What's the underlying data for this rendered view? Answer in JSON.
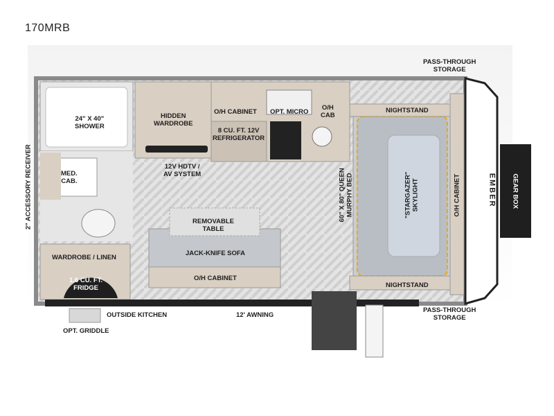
{
  "model": "170MRB",
  "labels": {
    "shower": "24\" X 40\"\nSHOWER",
    "hidden_wardrobe": "HIDDEN\nWARDROBE",
    "oh_cabinet_top": "O/H CABINET",
    "opt_micro": "OPT. MICRO",
    "oh_cab": "O/H\nCAB",
    "refrigerator": "8 CU. FT. 12V\nREFRIGERATOR",
    "nightstand_top": "NIGHTSTAND",
    "nightstand_bottom": "NIGHTSTAND",
    "hdtv": "12V HDTV /\nAV SYSTEM",
    "med_cab": "MED.\nCAB.",
    "removable_table": "REMOVABLE\nTABLE",
    "jackknife_sofa": "JACK-KNIFE SOFA",
    "oh_cabinet_bottom": "O/H CABINET",
    "wardrobe_linen": "WARDROBE / LINEN",
    "fridge_small": "1.6 CU. FT.\nFRIDGE",
    "murphy_bed": "60\" X 80\" QUEEN\nMURPHY BED",
    "skylight": "\"STARGAZER\"\nSKYLIGHT",
    "oh_cabinet_right": "O/H CABINET",
    "gear_box": "GEAR BOX",
    "brand": "EMBER",
    "accessory_receiver": "2\" ACCESSORY RECEIVER",
    "pass_through_top": "PASS-THROUGH\nSTORAGE",
    "pass_through_bottom": "PASS-THROUGH\nSTORAGE",
    "outside_kitchen": "OUTSIDE KITCHEN",
    "awning": "12' AWNING",
    "opt_griddle": "OPT. GRIDDLE"
  },
  "colors": {
    "wall": "#8a8a8a",
    "cabinet": "#d9cfc3",
    "floor": "#dcdcdc",
    "sofa": "#c4c8cc",
    "bed": "#b9bec4",
    "skylight": "#cfd6e0",
    "bed_outline": "#f0a800",
    "dark": "#222222"
  }
}
